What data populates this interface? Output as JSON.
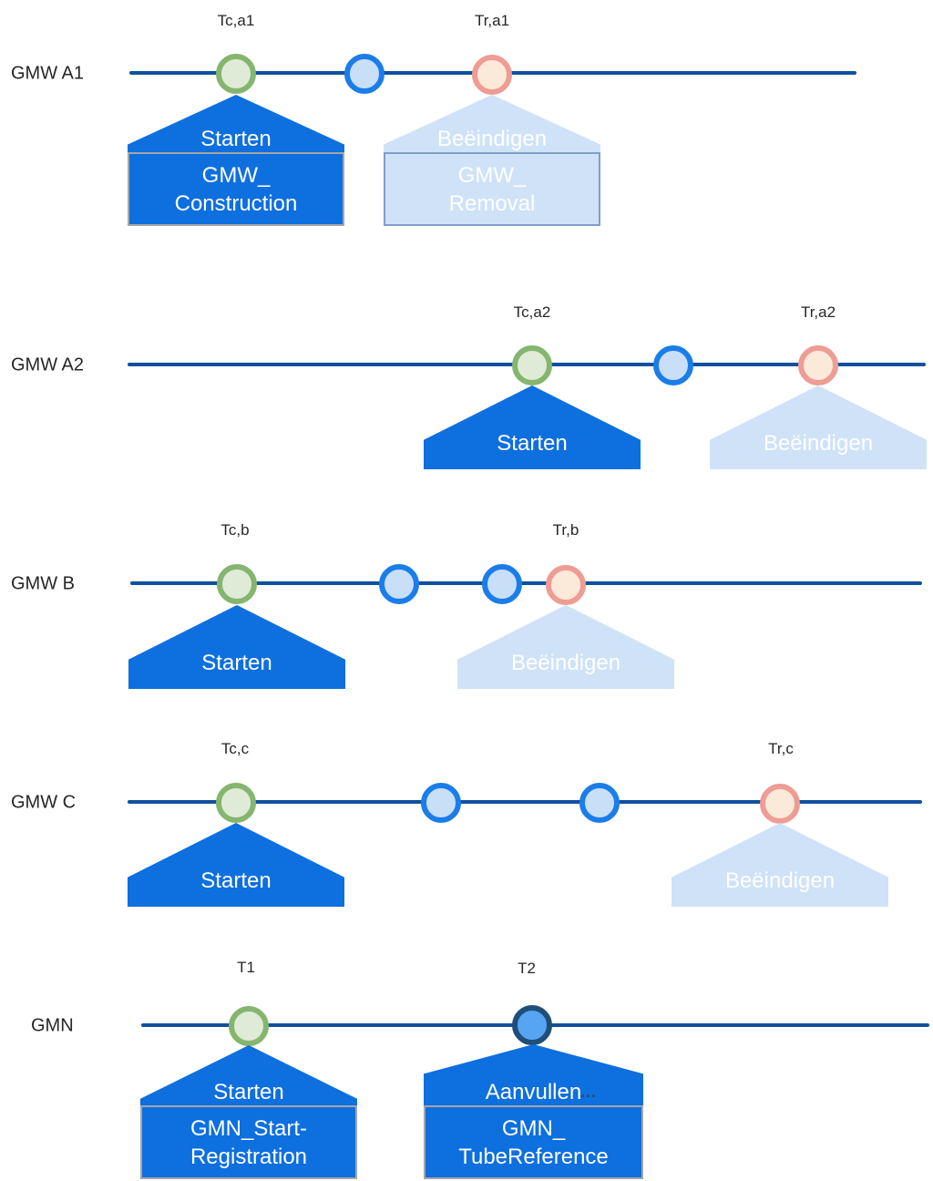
{
  "colors": {
    "timeline": "#10509F",
    "action_blue": "#0E6FDF",
    "action_blue_light": "#CFE2F8",
    "start_event_green_stroke": "#85B56F",
    "start_event_green_fill": "#DFEBD7",
    "intermediate_event_blue_stroke": "#1B7DE9",
    "intermediate_event_blue_fill": "#C9DFF7",
    "end_event_pink_stroke": "#EE9C94",
    "end_event_pink_fill": "#FBE9DA",
    "t2_event_stroke": "#1F4E79",
    "t2_event_fill": "#57A4F3",
    "box_border_gray": "#A6A6A6",
    "box_border_blue": "#7E9FCC"
  },
  "rows": [
    {
      "label": "GMW A1",
      "ticks": [
        {
          "label": "Tc,a1"
        },
        {
          "label": "Tr,a1"
        }
      ],
      "actions": [
        {
          "title": "Starten",
          "box_line1": "GMW_",
          "box_line2": "Construction"
        },
        {
          "title": "Beëindigen",
          "box_line1": "GMW_",
          "box_line2": "Removal"
        }
      ]
    },
    {
      "label": "GMW A2",
      "ticks": [
        {
          "label": "Tc,a2"
        },
        {
          "label": "Tr,a2"
        }
      ],
      "actions": [
        {
          "title": "Starten"
        },
        {
          "title": "Beëindigen"
        }
      ]
    },
    {
      "label": "GMW B",
      "ticks": [
        {
          "label": "Tc,b"
        },
        {
          "label": "Tr,b"
        }
      ],
      "actions": [
        {
          "title": "Starten"
        },
        {
          "title": "Beëindigen"
        }
      ]
    },
    {
      "label": "GMW C",
      "ticks": [
        {
          "label": "Tc,c"
        },
        {
          "label": "Tr,c"
        }
      ],
      "actions": [
        {
          "title": "Starten"
        },
        {
          "title": "Beëindigen"
        }
      ]
    },
    {
      "label": "GMN",
      "ticks": [
        {
          "label": "T1"
        },
        {
          "label": "T2"
        }
      ],
      "actions": [
        {
          "title": "Starten",
          "box_line1": "GMN_Start-",
          "box_line2": "Registration"
        },
        {
          "title": "Aanvullen",
          "box_line1": "GMN_",
          "box_line2": "TubeReference"
        }
      ],
      "ellipsis": "..."
    }
  ]
}
